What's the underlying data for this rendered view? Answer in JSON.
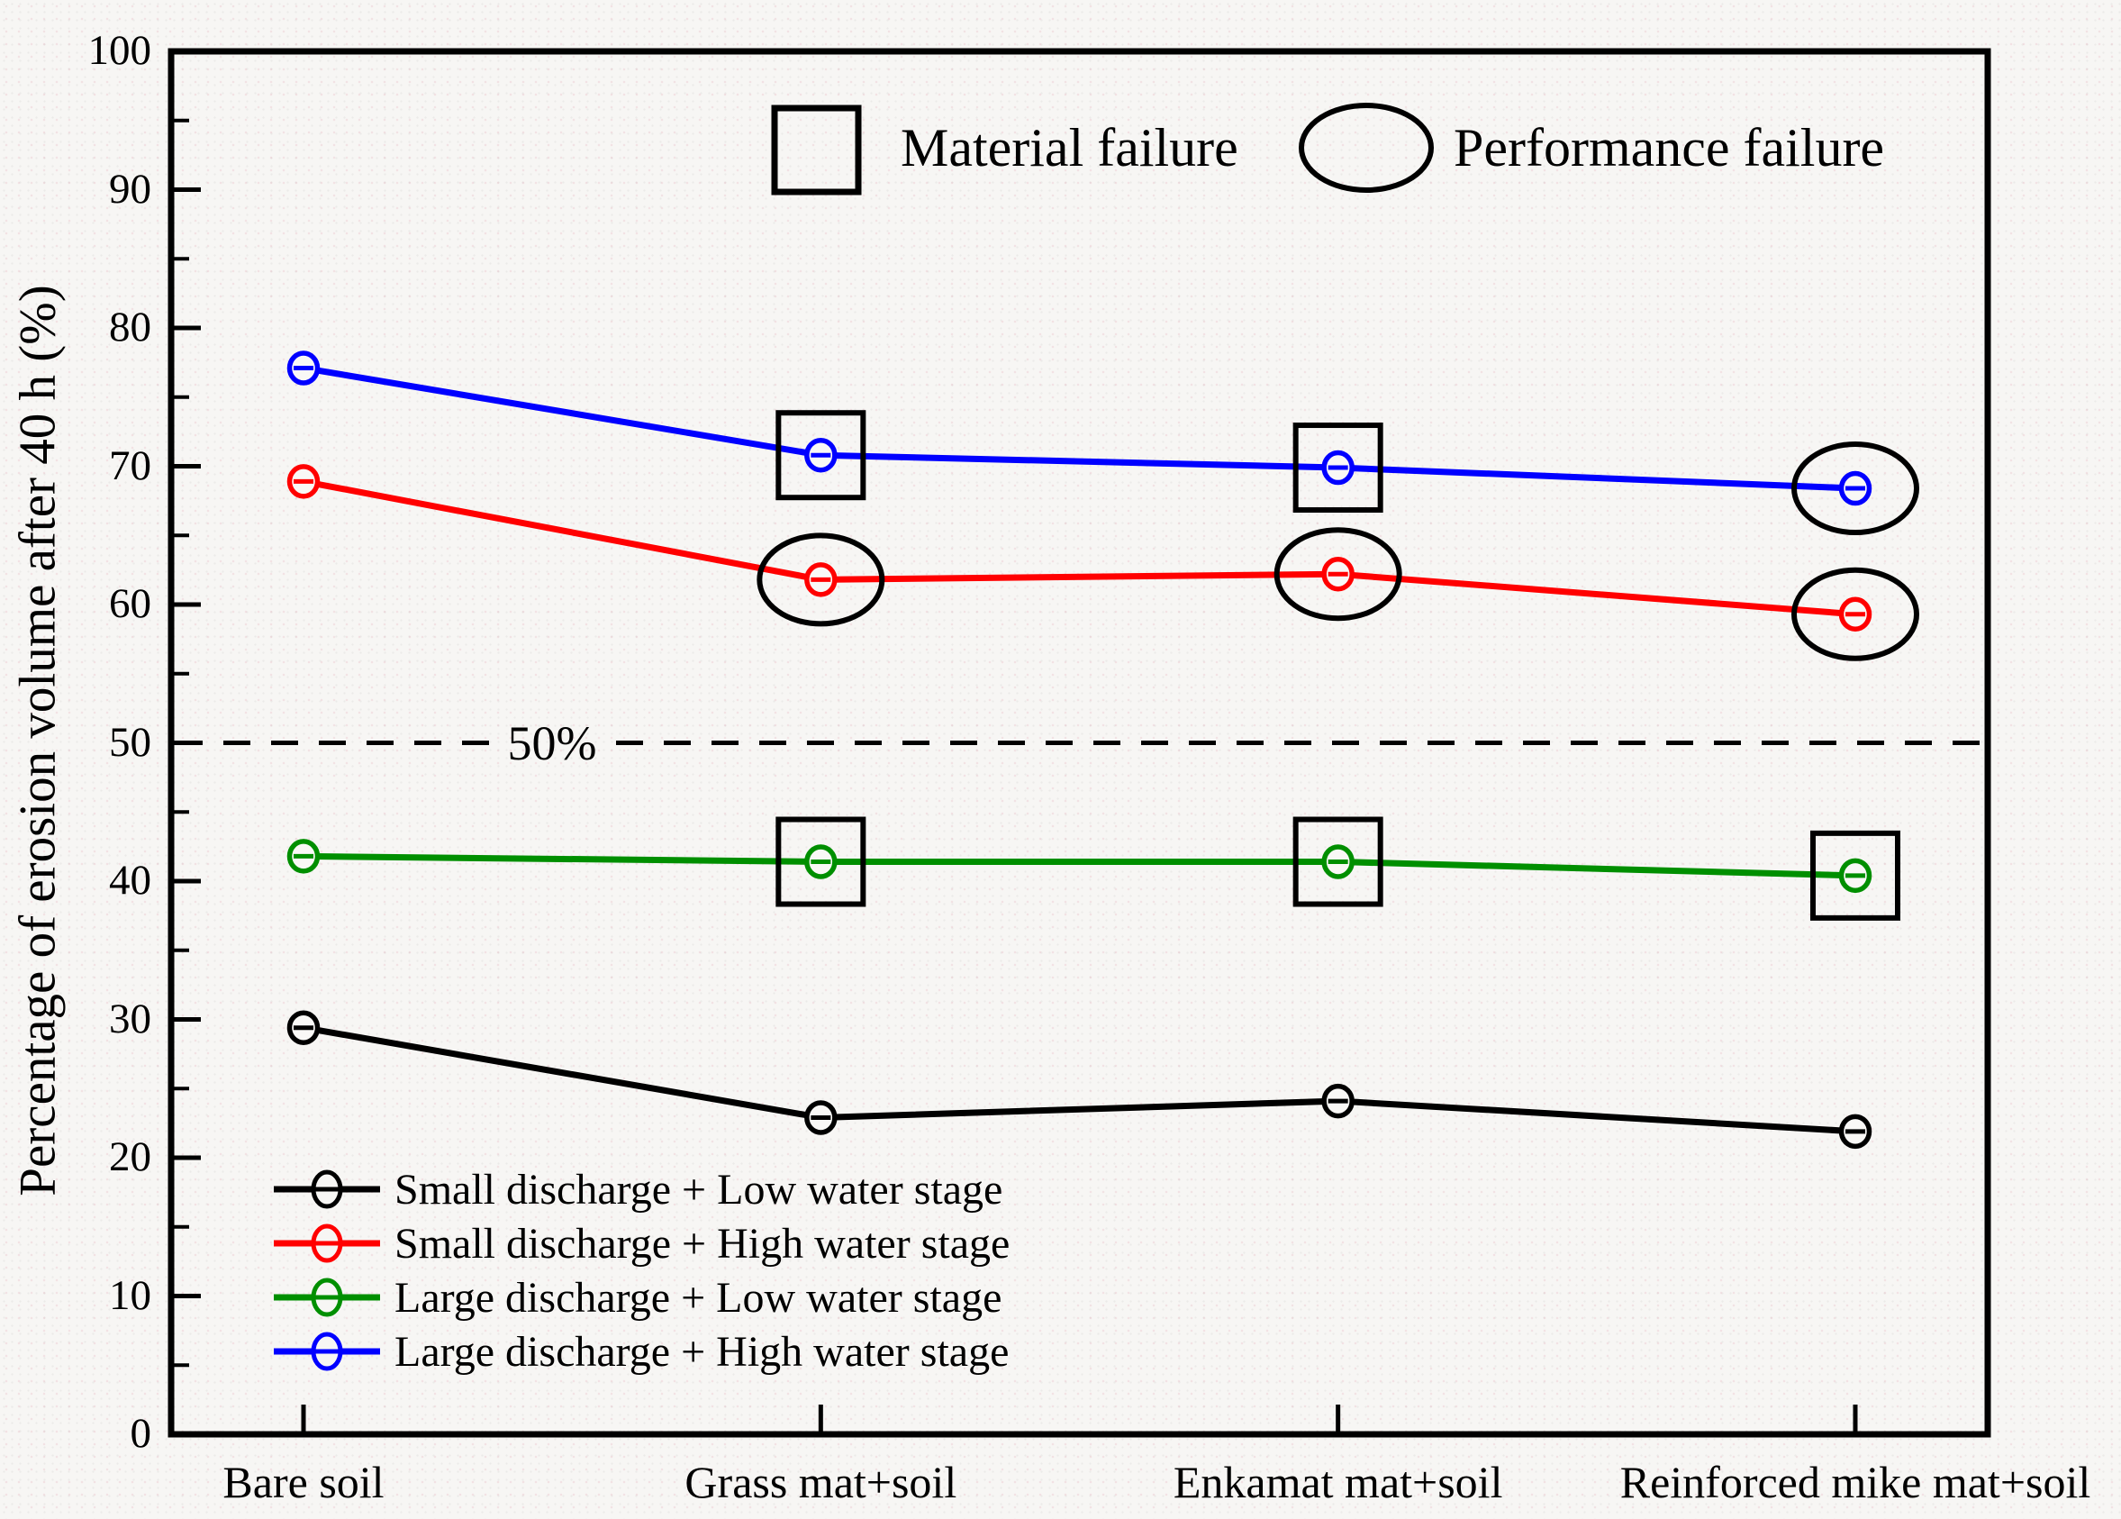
{
  "legend_failure": {
    "material": {
      "label": "Material failure",
      "shape": "square"
    },
    "performance": {
      "label": "Performance failure",
      "shape": "ellipse"
    }
  },
  "chart_data": {
    "type": "line",
    "title": "",
    "xlabel": "",
    "ylabel": "Percentage of erosion volume after 40 h (%)",
    "ylim": [
      0,
      100
    ],
    "y_tick_step": 10,
    "y_minor_tick_step": 5,
    "y_tick_labels": [
      "0",
      "10",
      "20",
      "30",
      "40",
      "50",
      "60",
      "70",
      "80",
      "90",
      "100"
    ],
    "categories": [
      "Bare soil",
      "Grass mat+soil",
      "Enkamat mat+soil",
      "Reinforced mike mat+soil"
    ],
    "grid": false,
    "legend_position": "lower-left",
    "series": [
      {
        "name": "Small discharge + Low water stage",
        "color": "#000000",
        "marker": "open-ellipse",
        "values": [
          29.4,
          22.9,
          24.1,
          21.9
        ]
      },
      {
        "name": "Small discharge + High water stage",
        "color": "#ff0000",
        "marker": "open-ellipse",
        "values": [
          68.9,
          61.8,
          62.2,
          59.3
        ]
      },
      {
        "name": "Large discharge + Low water stage",
        "color": "#008f00",
        "marker": "open-ellipse",
        "values": [
          41.8,
          41.4,
          41.4,
          40.4
        ]
      },
      {
        "name": "Large discharge + High water stage",
        "color": "#0000ff",
        "marker": "open-ellipse",
        "values": [
          77.1,
          70.8,
          69.9,
          68.4
        ]
      }
    ],
    "reference_line": {
      "value": 50,
      "label": "50%",
      "style": "dashed",
      "color": "#000000"
    },
    "annotations": [
      {
        "label": "Material failure",
        "shape": "square",
        "points": [
          {
            "series": 3,
            "category": 1
          },
          {
            "series": 3,
            "category": 2
          },
          {
            "series": 2,
            "category": 1
          },
          {
            "series": 2,
            "category": 2
          },
          {
            "series": 2,
            "category": 3
          }
        ]
      },
      {
        "label": "Performance failure",
        "shape": "ellipse",
        "points": [
          {
            "series": 1,
            "category": 1
          },
          {
            "series": 1,
            "category": 2
          },
          {
            "series": 1,
            "category": 3
          },
          {
            "series": 3,
            "category": 3
          }
        ]
      }
    ]
  }
}
